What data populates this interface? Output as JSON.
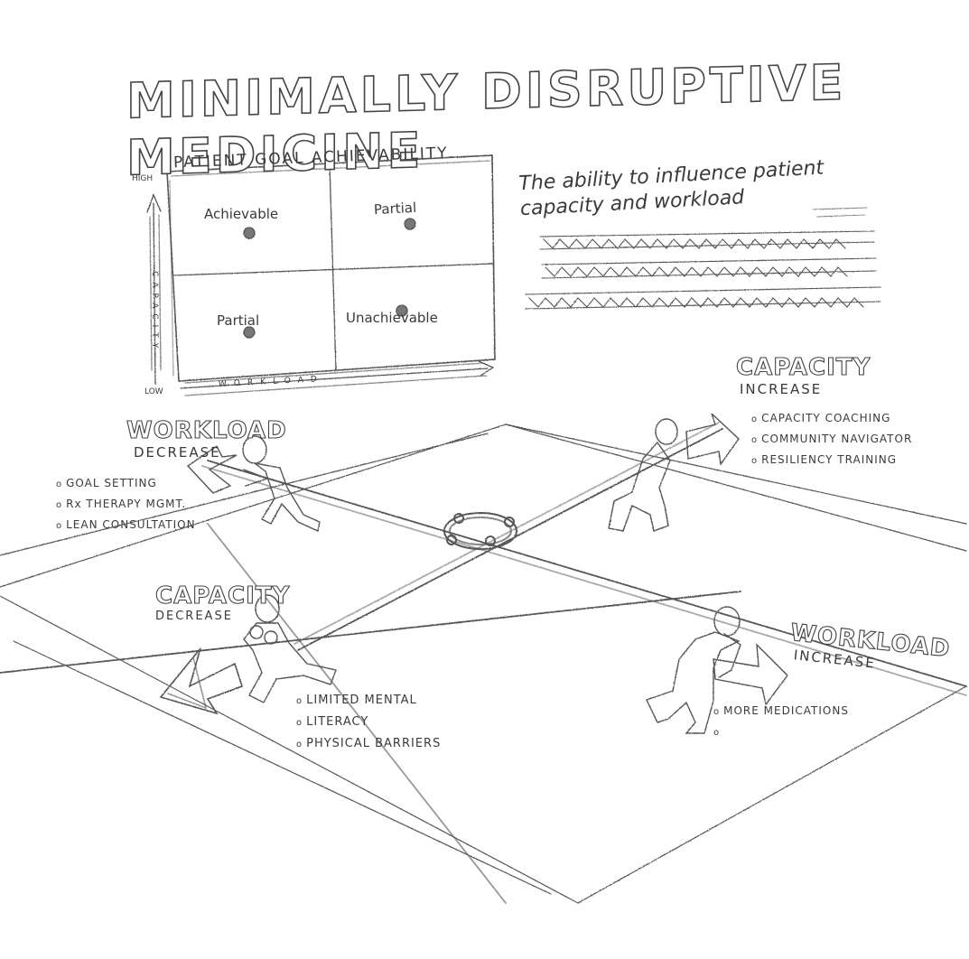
{
  "title": "MINIMALLY DISRUPTIVE MEDICINE",
  "matrix": {
    "title": "PATIENT GOAL ACHIEVABILITY",
    "y_high": "HIGH",
    "y_low": "LOW",
    "y_axis": "CAPACITY",
    "x_axis": "WORKLOAD",
    "quadrants": {
      "top_left": "Achievable",
      "top_right": "Partial",
      "bottom_left": "Partial",
      "bottom_right": "Unachievable"
    }
  },
  "definition": "The ability to influence patient capacity and workload",
  "forces": {
    "workload_decrease": {
      "heading": "WORKLOAD",
      "sub": "DECREASE",
      "items": [
        "GOAL SETTING",
        "Rx THERAPY MGMT.",
        "LEAN CONSULTATION"
      ]
    },
    "capacity_increase": {
      "heading": "CAPACITY",
      "sub": "INCREASE",
      "items": [
        "CAPACITY COACHING",
        "COMMUNITY NAVIGATOR",
        "RESILIENCY TRAINING"
      ]
    },
    "capacity_decrease": {
      "heading": "CAPACITY",
      "sub": "DECREASE",
      "items": [
        "LIMITED MENTAL",
        "LITERACY",
        "PHYSICAL BARRIERS"
      ]
    },
    "workload_increase": {
      "heading": "WORKLOAD",
      "sub": "INCREASE",
      "items": [
        "MORE MEDICATIONS",
        ""
      ]
    }
  },
  "colors": {
    "paper": "#ffffff",
    "pencil": "#444444"
  }
}
